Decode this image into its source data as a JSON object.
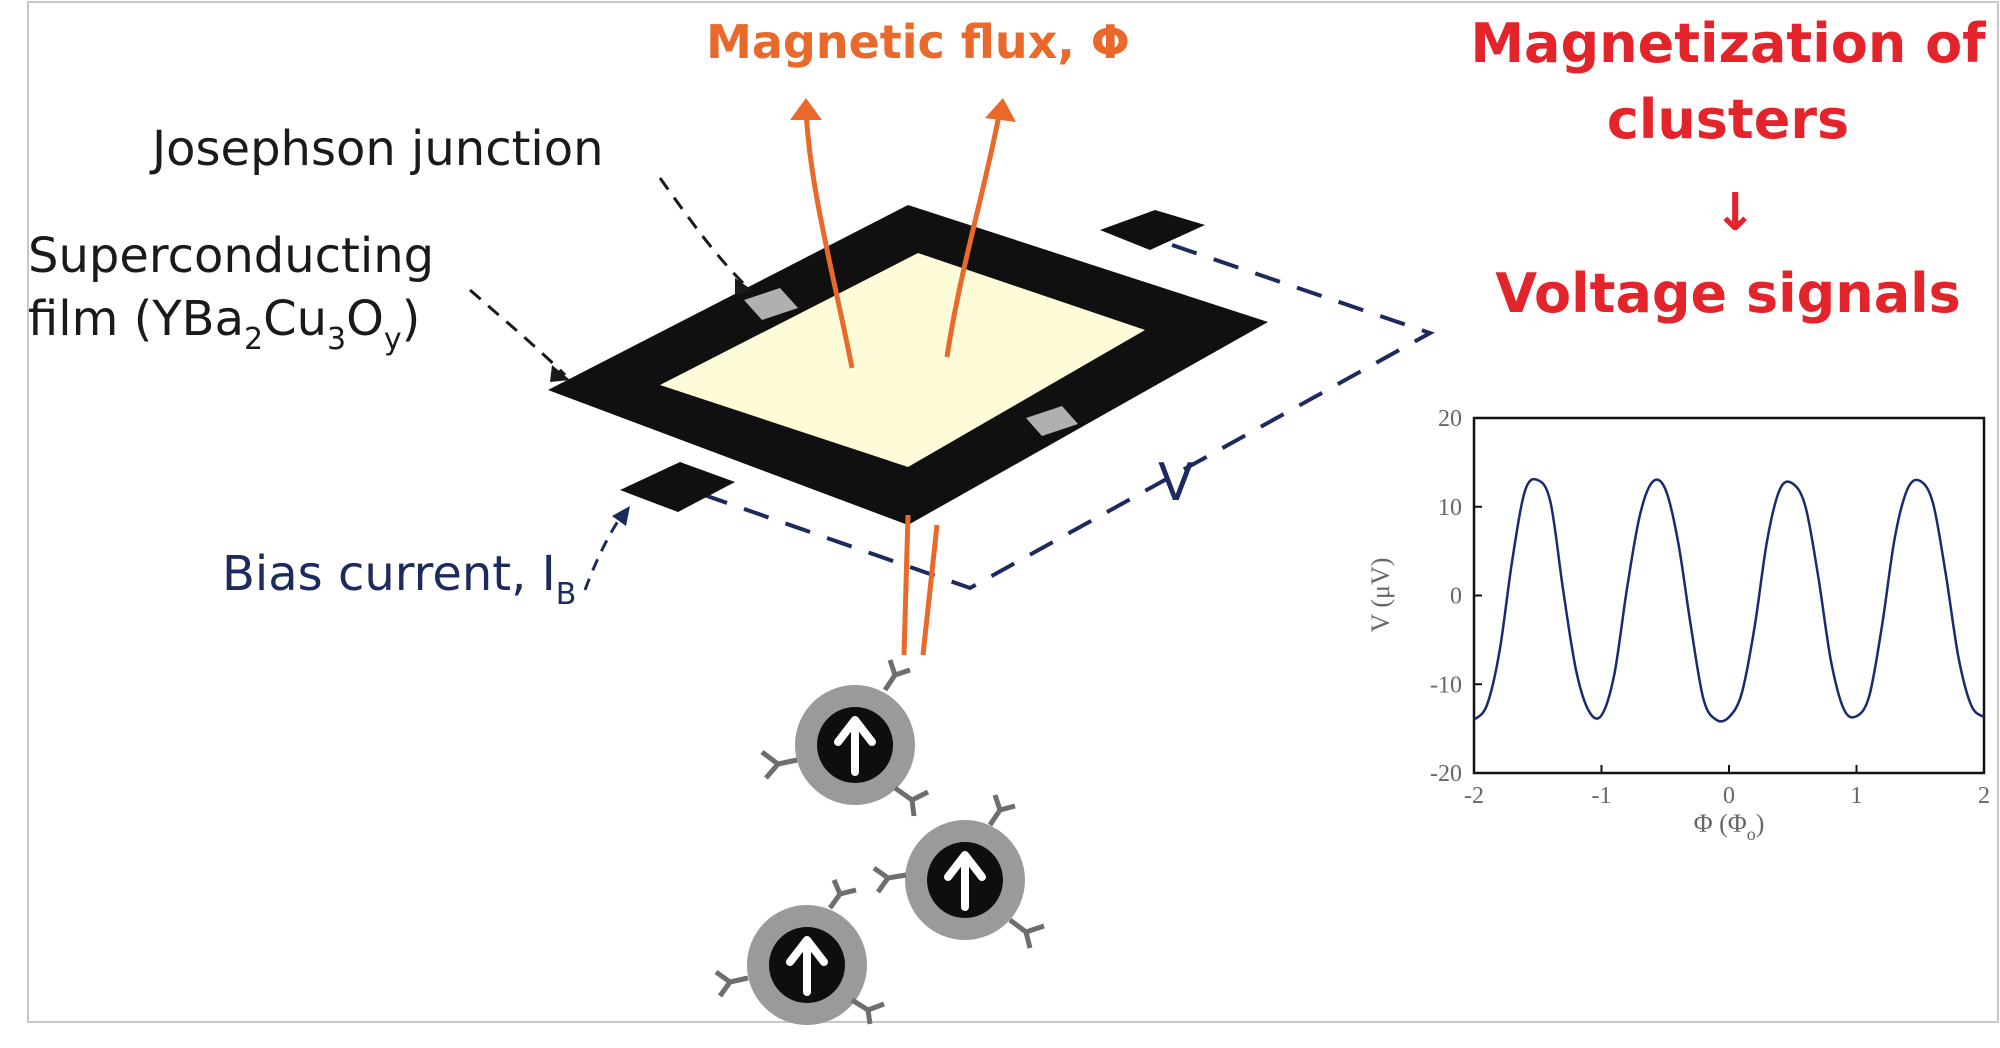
{
  "labels": {
    "magnetic_flux": "Magnetic flux, Φ",
    "magnetization_line1": "Magnetization of",
    "magnetization_line2": "clusters",
    "arrow_glyph": "↓",
    "voltage_signals": "Voltage signals",
    "josephson": "Josephson junction",
    "film_line1": "Superconducting",
    "film_prefix": "film (YBa",
    "film_sub1": "2",
    "film_mid1": "Cu",
    "film_sub2": "3",
    "film_mid2": "O",
    "film_sub3": "y",
    "film_suffix": ")",
    "bias_prefix": "Bias current, I",
    "bias_sub": "B",
    "voltage_v": "V"
  },
  "colors": {
    "flux_orange": "#e8692a",
    "title_red": "#e3242b",
    "navy": "#1c2a5e",
    "loop_interior": "#fefbd8",
    "junction_gray": "#b0b0b0",
    "particle_shell": "#9a9a9a",
    "antibody_gray": "#6e6e6e",
    "curve": "#1c2a6e"
  },
  "chart_data": {
    "type": "line",
    "xlabel": "Φ (Φ",
    "xlabel_sub": "o",
    "xlabel_end": ")",
    "ylabel": "V (μV)",
    "xlim": [
      -2,
      2
    ],
    "ylim": [
      -20,
      20
    ],
    "x_ticks": [
      "-2",
      "-1",
      "0",
      "1",
      "2"
    ],
    "y_ticks": [
      "20",
      "10",
      "0",
      "-10",
      "-20"
    ],
    "x_tick_values": [
      -2,
      -1,
      0,
      1,
      2
    ],
    "y_tick_values": [
      20,
      10,
      0,
      -10,
      -20
    ],
    "series": [
      {
        "x": [
          -2.0,
          -1.9,
          -1.8,
          -1.7,
          -1.6,
          -1.5,
          -1.4,
          -1.3,
          -1.2,
          -1.1,
          -1.0,
          -0.9,
          -0.8,
          -0.7,
          -0.6,
          -0.5,
          -0.4,
          -0.3,
          -0.2,
          -0.1,
          0.0,
          0.1,
          0.2,
          0.3,
          0.4,
          0.5,
          0.6,
          0.7,
          0.8,
          0.9,
          1.0,
          1.1,
          1.2,
          1.3,
          1.4,
          1.5,
          1.6,
          1.7,
          1.8,
          1.9,
          2.0
        ],
        "y": [
          -14.0,
          -12.4,
          -6.3,
          4.0,
          11.8,
          13.0,
          10.5,
          0.5,
          -8.4,
          -13.0,
          -13.5,
          -8.9,
          0.8,
          9.0,
          12.8,
          12.0,
          6.1,
          -3.4,
          -11.7,
          -14.0,
          -13.7,
          -11.0,
          -3.6,
          6.3,
          12.0,
          12.6,
          10.0,
          2.1,
          -7.4,
          -12.8,
          -13.6,
          -11.3,
          -3.4,
          6.5,
          12.0,
          12.9,
          10.4,
          2.4,
          -7.0,
          -12.4,
          -13.7
        ]
      }
    ]
  }
}
